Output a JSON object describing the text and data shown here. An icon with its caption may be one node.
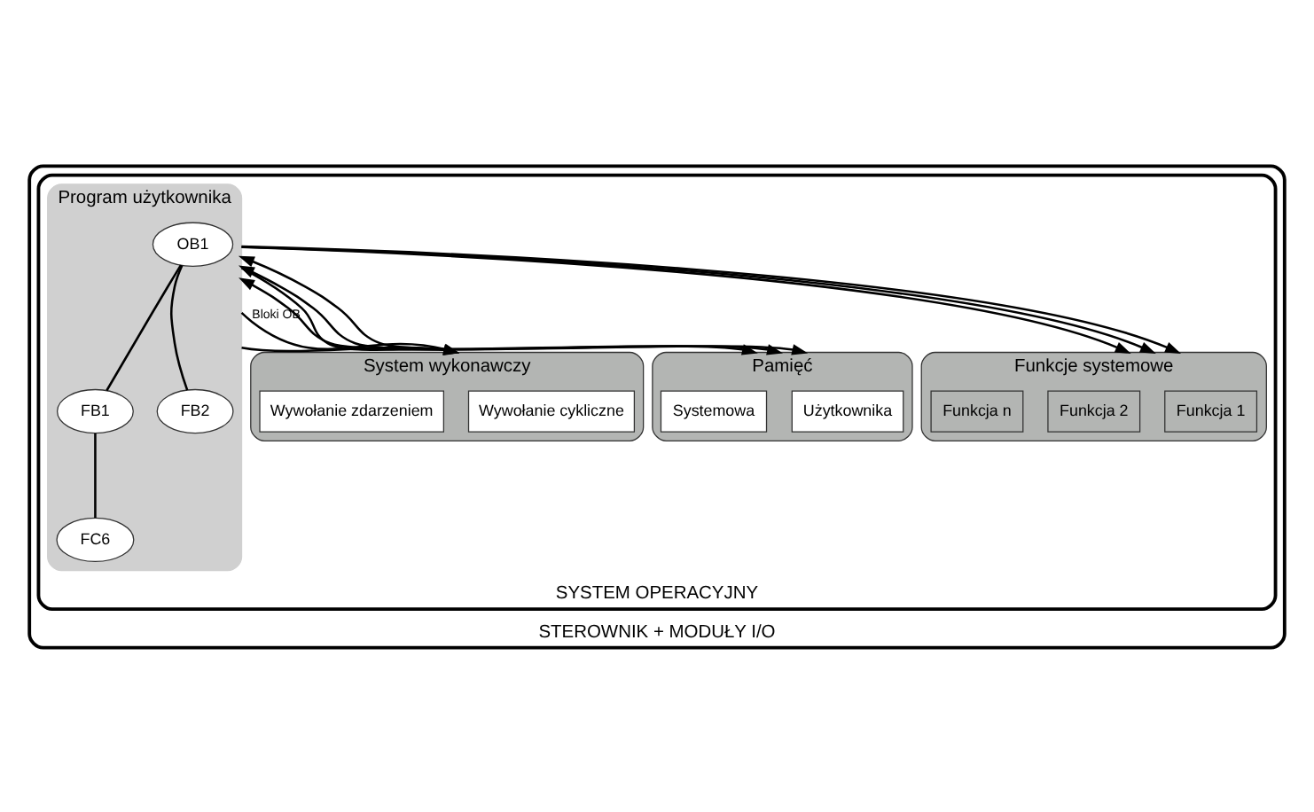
{
  "diagram": {
    "nodes": [
      {
        "text": [
          "STEROWNIK + MODUŁY I/O"
        ]
      },
      {
        "text": [
          "SYSTEM OPERACYJNY"
        ],
        "in": 0
      },
      {
        "text": [
          "System wykonawczy"
        ],
        "in": 1
      },
      {
        "text": [
          "Wywołanie cykliczne"
        ],
        "in": 2
      },
      {
        "text": [
          "Wywołanie zdarzeniem"
        ],
        "in": 2
      },
      {
        "text": [
          "Program użytkownika"
        ],
        "in": 1
      },
      {
        "text": [
          "OB1"
        ],
        "in": 5
      },
      {
        "text": [
          "FB1"
        ],
        "in": 5
      },
      {
        "text": [
          "FC6"
        ],
        "in": 5
      },
      {
        "text": [
          "FB2"
        ],
        "in": 5
      },
      {
        "text": [
          "Pamięć"
        ],
        "in": 1
      },
      {
        "text": [
          "Użytkownika"
        ],
        "in": 10
      },
      {
        "text": [
          "Systemowa"
        ],
        "in": 10
      },
      {
        "text": [
          "Funkcje systemowe"
        ],
        "in": 1
      },
      {
        "text": [
          "Funkcja 1"
        ],
        "in": 13
      },
      {
        "text": [
          "Funkcja 2"
        ],
        "in": 13
      },
      {
        "text": [
          "Funkcja n"
        ],
        "in": 13
      }
    ],
    "edges": [
      {
        "from": 6,
        "to": 7,
        "arrow": "none"
      },
      {
        "from": 6,
        "to": 9,
        "arrow": "none"
      },
      {
        "from": 7,
        "to": 8,
        "arrow": "none"
      },
      {
        "from": 5,
        "to": 2,
        "arrow": "to"
      },
      {
        "from": 5,
        "to": 2,
        "arrow": "to",
        "label": "Bloki OB"
      },
      {
        "from": 5,
        "to": 2,
        "arrow": "to"
      },
      {
        "from": 5,
        "to": 13,
        "arrow": "to"
      },
      {
        "from": 5,
        "to": 13,
        "arrow": "to"
      },
      {
        "from": 5,
        "to": 13,
        "arrow": "to"
      },
      {
        "from": 5,
        "to": 10,
        "arrow": "both"
      },
      {
        "from": 5,
        "to": 10,
        "arrow": "both"
      },
      {
        "from": 5,
        "to": 10,
        "arrow": "both"
      }
    ]
  }
}
